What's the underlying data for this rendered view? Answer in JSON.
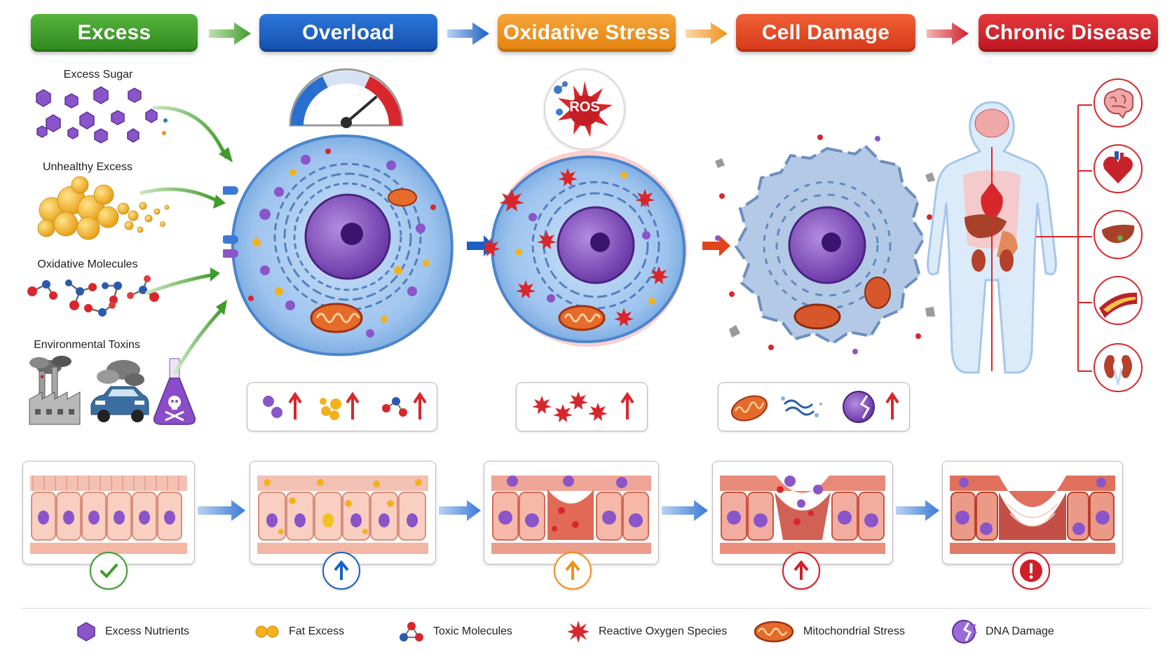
{
  "stages": [
    {
      "label": "Excess",
      "color": "#3f9b2a"
    },
    {
      "label": "Overload",
      "color": "#1a5fc4"
    },
    {
      "label": "Oxidative Stress",
      "color": "#f0901a"
    },
    {
      "label": "Cell Damage",
      "color": "#e0451c"
    },
    {
      "label": "Chronic Disease",
      "color": "#d01f2a"
    }
  ],
  "inputs": [
    {
      "label": "Excess Sugar",
      "icon": "sugar-molecules-icon"
    },
    {
      "label": "Unhealthy Excess",
      "icon": "fat-droplets-icon"
    },
    {
      "label": "Oxidative Molecules",
      "icon": "oxidative-molecules-icon"
    },
    {
      "label": "Environmental Toxins",
      "icon": "pollution-icons"
    }
  ],
  "ros_badge": "ROS",
  "organs": [
    "brain-icon",
    "heart-icon",
    "liver-icon",
    "artery-icon",
    "kidney-icon"
  ],
  "tissue_status": [
    {
      "icon": "check-icon",
      "color": "#3f9b2a"
    },
    {
      "icon": "up-arrow-icon",
      "color": "#1a5fc4"
    },
    {
      "icon": "up-arrow-icon",
      "color": "#f0901a"
    },
    {
      "icon": "up-arrow-icon",
      "color": "#d01f2a"
    },
    {
      "icon": "exclamation-icon",
      "color": "#d01f2a"
    }
  ],
  "legend": [
    {
      "label": "Excess Nutrients",
      "icon": "purple-hexagon-icon"
    },
    {
      "label": "Fat Excess",
      "icon": "fat-droplets-icon"
    },
    {
      "label": "Toxic Molecules",
      "icon": "toxic-molecule-icon"
    },
    {
      "label": "Reactive Oxygen Species",
      "icon": "ros-star-icon"
    },
    {
      "label": "Mitochondrial Stress",
      "icon": "mitochondria-icon"
    },
    {
      "label": "DNA Damage",
      "icon": "dna-damage-icon"
    }
  ]
}
